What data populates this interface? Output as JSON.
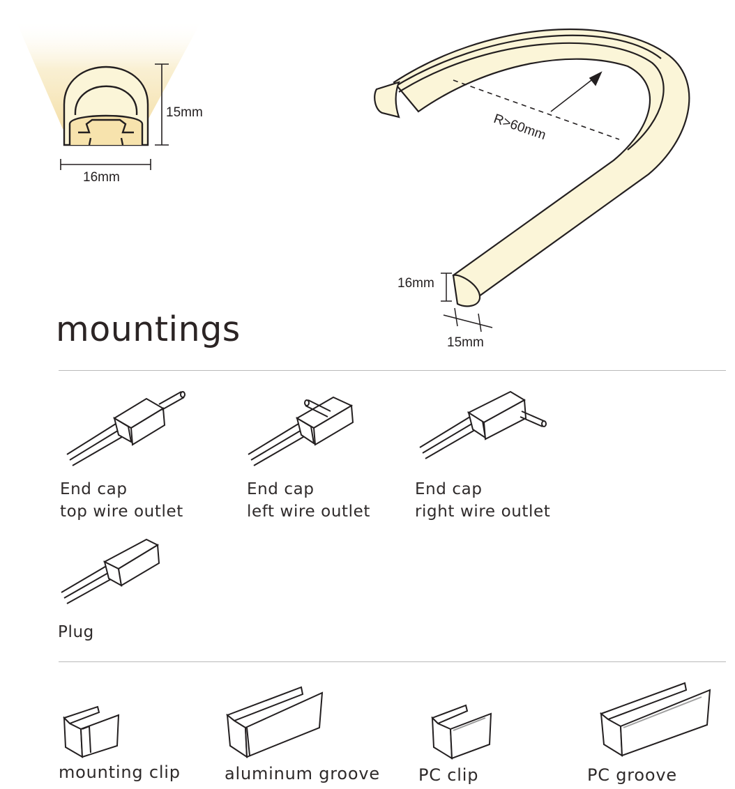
{
  "profile": {
    "height_label": "15mm",
    "width_label": "16mm"
  },
  "bend": {
    "radius_label": "R>60mm",
    "end_height_label": "16mm",
    "end_width_label": "15mm"
  },
  "mountings": {
    "title": "mountings",
    "end_caps": [
      {
        "line1": "End cap",
        "line2": "top wire outlet"
      },
      {
        "line1": "End cap",
        "line2": "left wire outlet"
      },
      {
        "line1": "End cap",
        "line2": "right wire outlet"
      }
    ],
    "plug": {
      "label": "Plug"
    },
    "accessories": [
      {
        "label": "mounting clip"
      },
      {
        "label": "aluminum groove"
      },
      {
        "label": "PC clip"
      },
      {
        "label": "PC groove"
      }
    ]
  },
  "colors": {
    "glow": "#f7e6bd",
    "tube": "#fbf5d8",
    "line": "#231f20"
  }
}
